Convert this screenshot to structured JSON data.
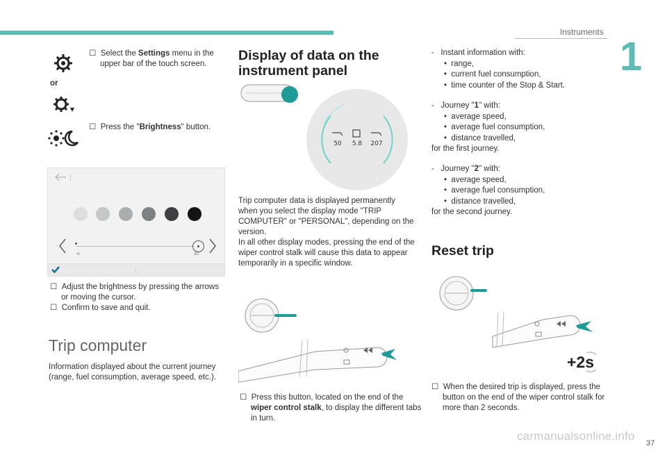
{
  "header": {
    "chapter_title": "Instruments",
    "chapter_number": "1",
    "page_number": "37"
  },
  "left": {
    "or_label": "or",
    "step_settings": {
      "pre": "Select the ",
      "bold": "Settings",
      "post": " menu in the upper bar of the touch screen."
    },
    "step_brightness": {
      "pre": "Press the \"",
      "bold": "Brightness",
      "post": "\" button."
    },
    "screen": {
      "slider_min": "-4",
      "slider_max": "30"
    },
    "adjust_steps": [
      "Adjust the brightness by pressing the arrows or moving the cursor.",
      "Confirm to save and quit."
    ],
    "trip_title": "Trip computer",
    "trip_intro": "Information displayed about the current journey (range, fuel consumption, average speed, etc.)."
  },
  "middle": {
    "title_line1": "Display of data on the",
    "title_line2": "instrument panel",
    "gauge": {
      "v1": "50",
      "v2": "5.8",
      "v3": "207"
    },
    "body1": "Trip computer data is displayed permanently when you select the display mode \"TRIP COMPUTER\" or \"PERSONAL\", depending on the version.",
    "body2": "In all other display modes, pressing the end of the wiper control stalk will cause this data to appear temporarily in a specific window.",
    "step_press": {
      "pre": "Press this button, located on the end of the ",
      "bold": "wiper control stalk",
      "post": ", to display the different tabs in turn."
    }
  },
  "right": {
    "instant": {
      "lead": "Instant information with:",
      "items": [
        "range,",
        "current fuel consumption,",
        "time counter of the Stop & Start."
      ]
    },
    "journey1": {
      "pre": "Journey \"",
      "num": "1",
      "post": "\" with:",
      "items": [
        "average speed,",
        "average fuel consumption,",
        "distance travelled,"
      ],
      "note": "for the first journey."
    },
    "journey2": {
      "pre": "Journey \"",
      "num": "2",
      "post": "\" with:",
      "items": [
        "average speed,",
        "average fuel consumption,",
        "distance travelled,"
      ],
      "note": "for the second journey."
    },
    "reset_title": "Reset trip",
    "hold_label": "+2s",
    "step_reset": "When the desired trip is displayed, press the button on the end of the wiper control stalk for more than 2 seconds."
  },
  "colors": {
    "accent": "#5fbcb4",
    "teal_dark": "#1e9b95",
    "swatches": [
      "#dedede",
      "#c5c8c8",
      "#a9adad",
      "#7d8181",
      "#3d3f40",
      "#141414"
    ]
  },
  "footer": {
    "watermark": "carmanualsonline.info"
  }
}
